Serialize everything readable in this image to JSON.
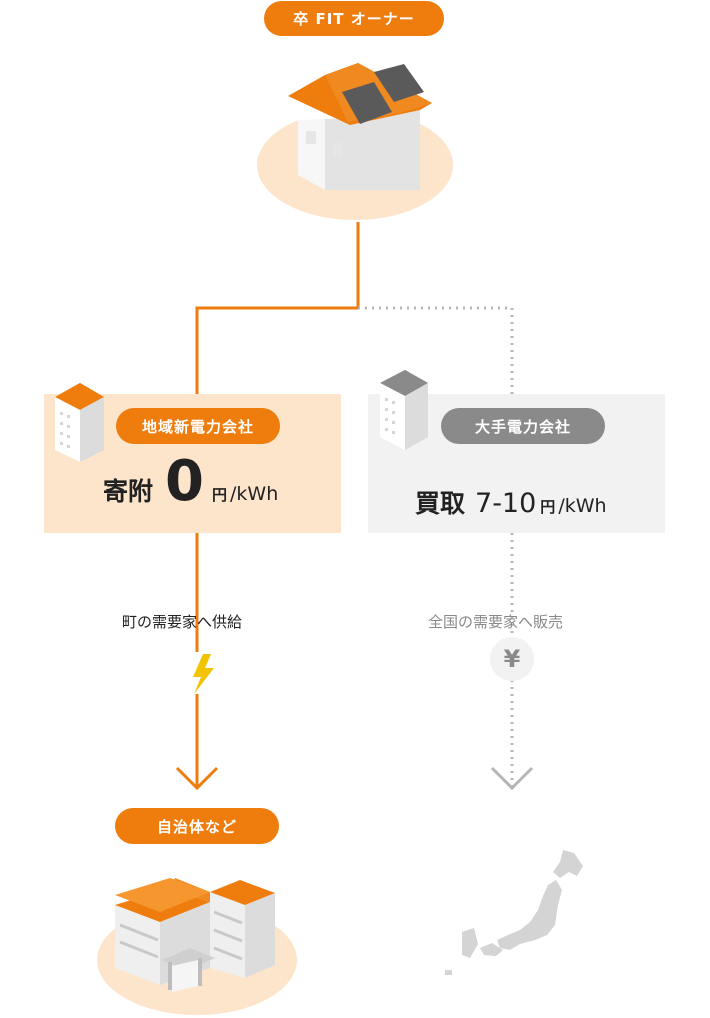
{
  "owner": {
    "label": "卒 FIT オーナー"
  },
  "left": {
    "company": "地域新電力会社",
    "price_label": "寄附",
    "price_value": "0",
    "price_unit": "円",
    "price_unit2": "/kWh",
    "flow_caption": "町の需要家へ供給",
    "destination": "自治体など"
  },
  "right": {
    "company": "大手電力会社",
    "price_label": "買取",
    "price_value": "7-10",
    "price_unit": "円",
    "price_unit2": "/kWh",
    "flow_caption": "全国の需要家へ販売",
    "yen_symbol": "¥"
  },
  "colors": {
    "accent": "#ee7d0d",
    "accent_light": "#fde5cc",
    "gray": "#8a8a8a",
    "gray_light": "#f2f2f2",
    "bolt": "#f2c400"
  }
}
